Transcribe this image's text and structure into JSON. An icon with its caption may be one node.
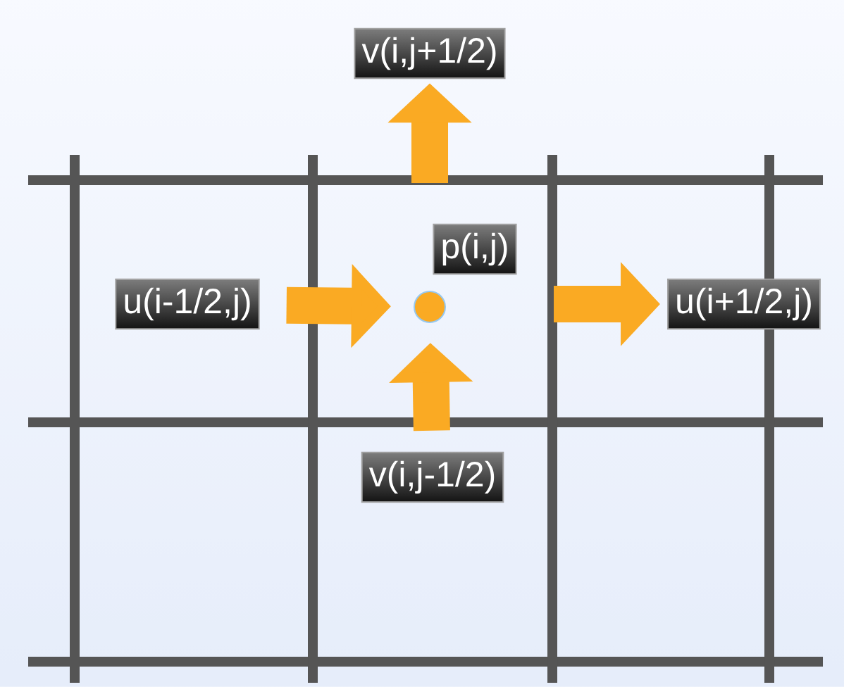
{
  "diagram": {
    "nodes": [
      {
        "text": [
          "v(i,j+1/2)"
        ]
      },
      {
        "text": [
          "p(i,j)"
        ]
      },
      {
        "text": [
          "u(i-1/2,j)"
        ]
      },
      {
        "text": [],
        "shape": "circle"
      },
      {
        "text": [
          "u(i+1/2,j)"
        ]
      },
      {
        "text": [
          "v(i,j-1/2)"
        ]
      }
    ],
    "edges": [
      {
        "from": 2,
        "to": 3,
        "arrow": "to"
      },
      {
        "from": null,
        "to": 4,
        "arrow": "to"
      },
      {
        "from": 5,
        "to": 3,
        "arrow": "to"
      },
      {
        "from": null,
        "to": 0,
        "arrow": "to"
      }
    ]
  }
}
